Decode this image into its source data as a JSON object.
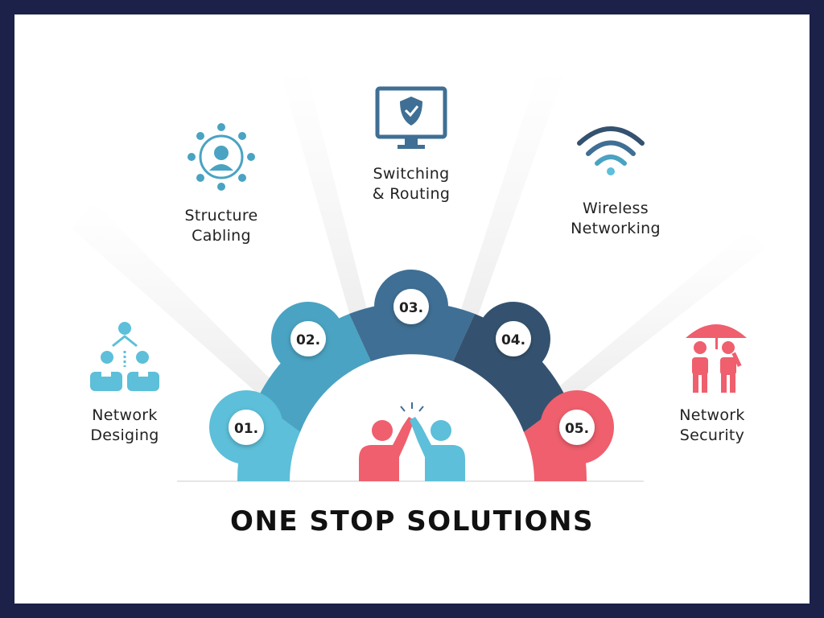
{
  "title": "ONE STOP SOLUTIONS",
  "colors": {
    "border": "#1b2148",
    "step1": "#5dbfd9",
    "step2": "#4aa3c2",
    "step3": "#3f6f94",
    "step4": "#34526f",
    "step5": "#ef5f6d"
  },
  "steps": [
    {
      "number": "01.",
      "label_line1": "Network",
      "label_line2": "Desiging",
      "icon": "organization-chart-icon"
    },
    {
      "number": "02.",
      "label_line1": "Structure",
      "label_line2": "Cabling",
      "icon": "network-user-icon"
    },
    {
      "number": "03.",
      "label_line1": "Switching",
      "label_line2": "& Routing",
      "icon": "monitor-shield-icon"
    },
    {
      "number": "04.",
      "label_line1": "Wireless",
      "label_line2": "Networking",
      "icon": "wifi-icon"
    },
    {
      "number": "05.",
      "label_line1": "Network",
      "label_line2": "Security",
      "icon": "umbrella-people-icon"
    }
  ],
  "center_icon": "high-five-icon"
}
